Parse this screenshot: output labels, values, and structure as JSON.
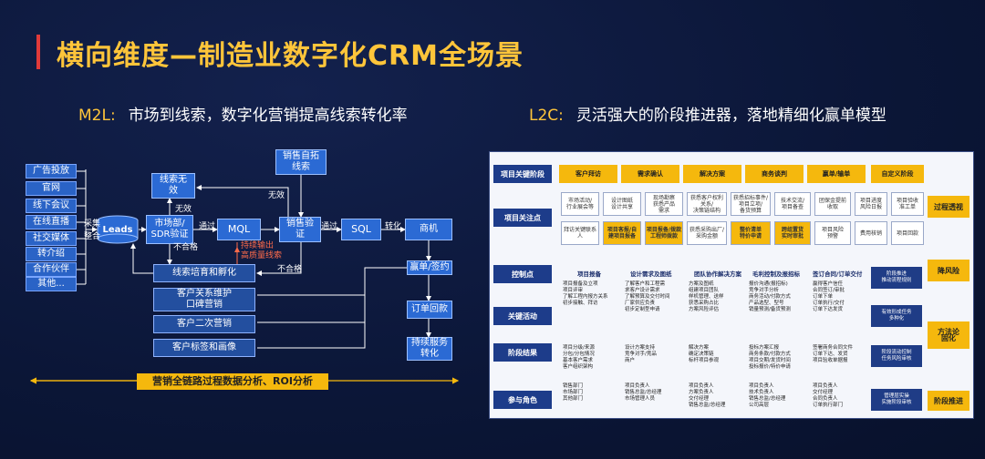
{
  "title": "横向维度—制造业数字化CRM全场景",
  "m2l": {
    "key": "M2L:",
    "text": "市场到线索，数字化营销提高线索转化率"
  },
  "l2c": {
    "key": "L2C:",
    "text": "灵活强大的阶段推进器，落地精细化赢单模型"
  },
  "left": {
    "sources": [
      "广告投放",
      "官网",
      "线下会议",
      "在线直播",
      "社交媒体",
      "转介绍",
      "合作伙伴",
      "其他..."
    ],
    "leads": "Leads",
    "collect": "采集",
    "integrate": "整合",
    "market": "市场部/\nSDR验证",
    "invalid_box": "线索无\n效",
    "invalid1": "无效",
    "invalid2": "无效",
    "pass1": "通过",
    "pass2": "通过",
    "unqualified1": "不合格",
    "unqualified2": "不合格",
    "mql": "MQL",
    "sales_self": "销售自拓\n线索",
    "sales_verify": "销售验\n证",
    "sql": "SQL",
    "convert": "转化",
    "opportunity": "商机",
    "nurture_note": "持续输出\n高质量线索",
    "nurture": "线索培育和孵化",
    "maintain": "客户关系维护\n口碑营销",
    "secondary": "客户二次营销",
    "tagging": "客户标签和画像",
    "win": "赢单/签约",
    "order": "订单回款",
    "service": "持续服务\n转化",
    "analytics": "营销全链路过程数据分析、ROI分析"
  },
  "right": {
    "rows": [
      "项目关键阶段",
      "项目关注点",
      "控制点",
      "关键活动",
      "阶段结果",
      "参与角色"
    ],
    "stages": [
      "客户拜访",
      "需求确认",
      "解决方案",
      "商务谈判",
      "赢单/输单",
      "自定义阶段"
    ],
    "focus": [
      "市场活动/\n行业展会等",
      "设计图纸\n设计共享",
      "现场勘察\n获悉产品\n需求",
      "获悉客户权利\n关系/\n决策链结构",
      "获悉招标事件/\n项目立项/\n备货预算",
      "技术交流/\n项目备查",
      "团保金提前\n收取",
      "项目进度\n风险日报",
      "项目验收\n准工单"
    ],
    "focus2": [
      "拜访关键联系\n人",
      "项目客报/自\n建项目报备",
      "项目报备/拨款\n工程师拨款",
      "获悉采购出厂/\n采购金额",
      "整价清单\n特价申请",
      "跨组置货\n实时审批",
      "项目风险\n预警",
      "费用核销",
      "项目回款"
    ],
    "col_heads": [
      "项目报备",
      "设计需求及图纸",
      "团队协作解决方案",
      "毛利控制及报招标",
      "签订合同/订单交付"
    ],
    "control": [
      "项目报备及立项\n项目评审\n了解工程内报方关系\n初步接触、拜访",
      "了解客户和工程需\n求客户设计需求\n了解预算及交付时间\n厂家供应负责\n初步定制型申请",
      "方案及图纸\n组建项目团队\n样机管理、送样\n获悉采购占比\n方案风险评估",
      "报价沟通(报招标)\n竞争对手分析\n商务活动/付款方式\n产品选型、型号\n销量预测/备货预测",
      "赢得客户信任\n合同签订/审批\n订单下单\n订单执行/交付\n订单下达发货"
    ],
    "results": [
      "项目分级/来源\n分包/分包情况\n基本客户需求\n客户组织架构",
      "设计方案支持\n竞争对手/竞品\n商户",
      "解决方案\n确定决策链\n标杆项目参观",
      "投标方案汇报\n商务条款/付款方式\n项目交期/发货时间\n投标报价/特价申请",
      "签署商务合同文件\n订单下达、发货\n项目验收单据报"
    ],
    "roles": [
      "销售部门\n市场部门\n其他部门",
      "项目负责人\n销售总监/总经理\n市场管理人员",
      "项目负责人\n方案负责人\n交付经理\n销售总监/总经理",
      "项目负责人\n技术负责人\n销售总监/总经理\n公司高层",
      "项目负责人\n交付经理\n合同负责人\n订单执行部门"
    ],
    "side_arrows": [
      "阶段推进\n推动流程规则",
      "有效形成任务\n多种化",
      "阶段流动控制\n任务风险审核",
      "管理层实操\n实施阶段审核"
    ],
    "side_btns": [
      "过程透视",
      "降风险",
      "方法论\n固化",
      "阶段推进"
    ]
  },
  "colors": {
    "accent": "#ffc53a",
    "red": "#e03a3a",
    "blue": "#2b6ad4",
    "yellow": "#f5b80d"
  }
}
